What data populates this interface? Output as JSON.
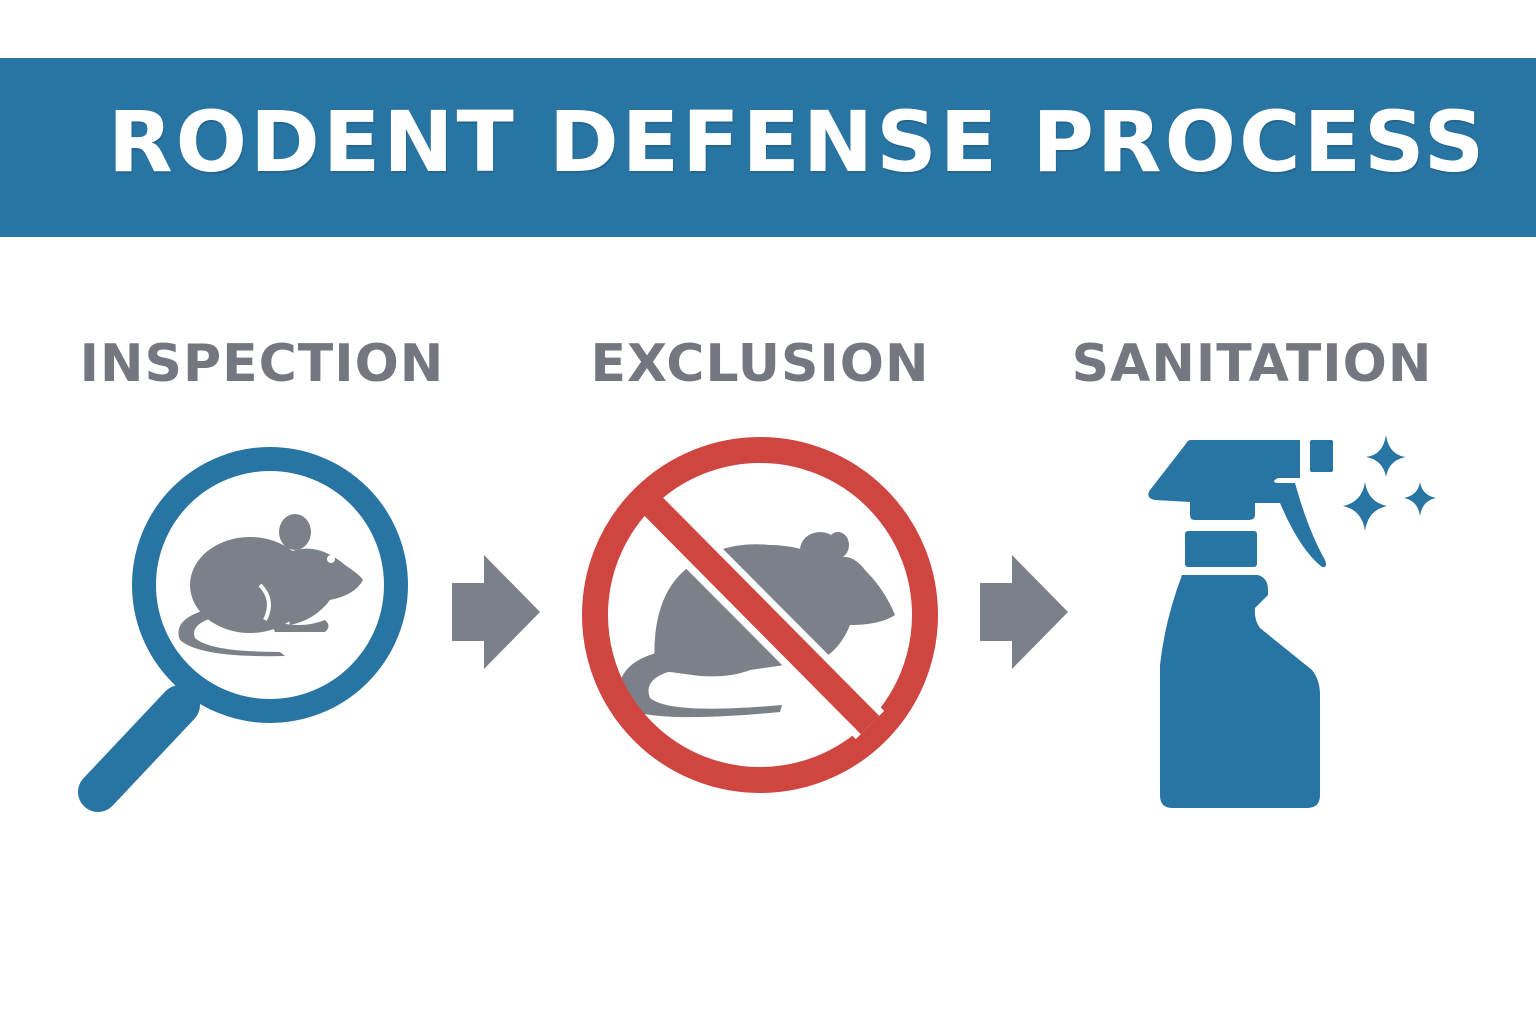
{
  "header": {
    "title": "RODENT DEFENSE PROCESS",
    "background_color": "#2874a3",
    "text_color": "#ffffff"
  },
  "steps": [
    {
      "label": "INSPECTION",
      "icon": "magnifier-rodent-icon",
      "color": "#2874a3"
    },
    {
      "label": "EXCLUSION",
      "icon": "no-rodent-icon",
      "color": "#cf4640"
    },
    {
      "label": "SANITATION",
      "icon": "spray-bottle-icon",
      "color": "#2874a3"
    }
  ],
  "connectors": [
    {
      "icon": "arrow-right-icon",
      "color": "#7b8089"
    },
    {
      "icon": "arrow-right-icon",
      "color": "#7b8089"
    }
  ],
  "colors": {
    "label_gray": "#74777f",
    "rodent_gray": "#7b8089",
    "blue": "#2874a3",
    "red": "#cf4640"
  }
}
